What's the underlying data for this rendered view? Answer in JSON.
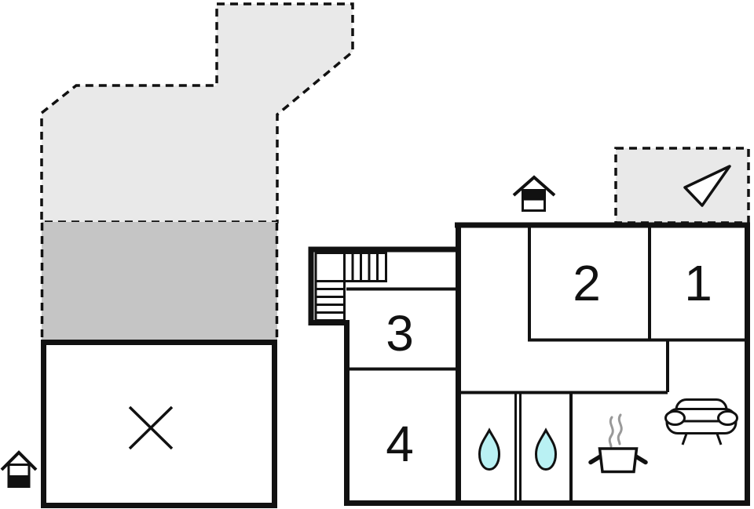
{
  "plan": {
    "rooms": [
      {
        "name": "room-1",
        "label": "1"
      },
      {
        "name": "room-2",
        "label": "2"
      },
      {
        "name": "room-3",
        "label": "3"
      },
      {
        "name": "room-4",
        "label": "4"
      }
    ],
    "colors": {
      "ink": "#111111",
      "terrace_light": "#e9e9e9",
      "terrace_dark": "#c5c5c5",
      "water": "#b9f1f3",
      "steam": "#999999",
      "paper": "#ffffff"
    },
    "icons": {
      "north_arrow": "north-arrow-icon",
      "entrance_top": "house-entrance-icon",
      "entrance_bottom_left": "house-entrance-icon",
      "stairs": "stairs-icon",
      "bathroom_1": "water-drop-icon",
      "bathroom_2": "water-drop-icon",
      "kitchen": "cooking-pot-icon",
      "living_room": "sofa-icon",
      "closed_area": "x-mark-icon"
    }
  }
}
